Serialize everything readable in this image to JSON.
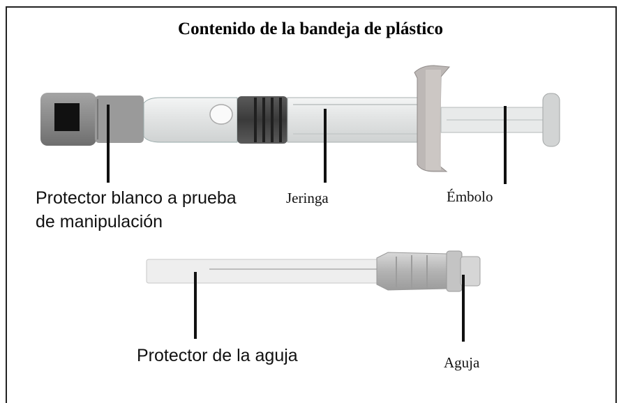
{
  "title": "Contenido de la bandeja de plástico",
  "labels": {
    "tamper_cap_line1": "Protector blanco a prueba",
    "tamper_cap_line2": "de manipulación",
    "syringe": "Jeringa",
    "plunger": "Émbolo",
    "needle_cover": "Protector de la aguja",
    "needle": "Aguja"
  },
  "colors": {
    "cap_dark": "#4a4a4a",
    "cap_grey": "#8c8c8c",
    "barrel": "#e6e8e8",
    "flange": "#b9b4b2",
    "needle_hub": "#b7b7b7",
    "leader": "#111111"
  }
}
